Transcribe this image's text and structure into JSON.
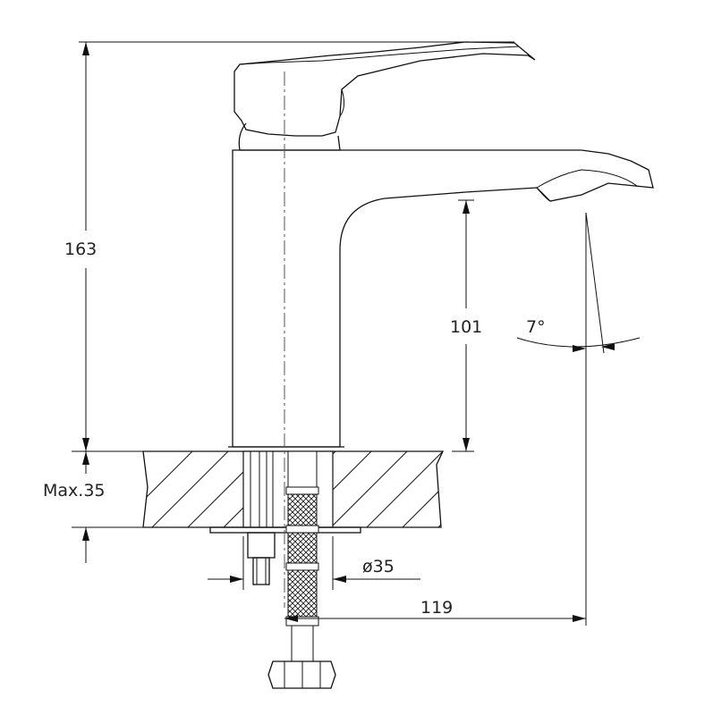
{
  "dimensions": {
    "total_height": "163",
    "spout_height": "101",
    "max_thickness": "Max.35",
    "hole_diameter": "ø35",
    "spout_reach": "119",
    "spout_angle": "7°"
  },
  "colors": {
    "line": "#111111",
    "background": "#ffffff"
  }
}
